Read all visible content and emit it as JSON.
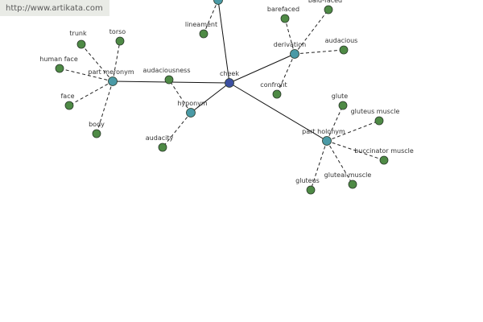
{
  "watermark": {
    "url": "http://www.artikata.com"
  },
  "colors": {
    "center": "#3c4fa1",
    "relation": "#4a9aa6",
    "leaf": "#4e8a45",
    "node_border": "#2a3a2a"
  },
  "graph": {
    "nodes": [
      {
        "id": "cheek",
        "label": "cheek",
        "kind": "center"
      },
      {
        "id": "part_meronym",
        "label": "part meronym",
        "kind": "relation"
      },
      {
        "id": "hyponym",
        "label": "hyponym",
        "kind": "relation"
      },
      {
        "id": "derivation",
        "label": "derivation",
        "kind": "relation"
      },
      {
        "id": "part_holonym",
        "label": "part holonym",
        "kind": "relation"
      },
      {
        "id": "top_node",
        "label": "",
        "kind": "relation"
      },
      {
        "id": "trunk",
        "label": "trunk",
        "kind": "leaf"
      },
      {
        "id": "torso",
        "label": "torso",
        "kind": "leaf"
      },
      {
        "id": "human_face",
        "label": "human face",
        "kind": "leaf"
      },
      {
        "id": "face",
        "label": "face",
        "kind": "leaf"
      },
      {
        "id": "body",
        "label": "body",
        "kind": "leaf"
      },
      {
        "id": "audaciousness",
        "label": "audaciousness",
        "kind": "leaf"
      },
      {
        "id": "audacity",
        "label": "audacity",
        "kind": "leaf"
      },
      {
        "id": "lineament",
        "label": "lineament",
        "kind": "leaf"
      },
      {
        "id": "barefaced",
        "label": "barefaced",
        "kind": "leaf"
      },
      {
        "id": "bald_faced",
        "label": "bald-faced",
        "kind": "leaf"
      },
      {
        "id": "audacious",
        "label": "audacious",
        "kind": "leaf"
      },
      {
        "id": "confront",
        "label": "confront",
        "kind": "leaf"
      },
      {
        "id": "glute",
        "label": "glute",
        "kind": "leaf"
      },
      {
        "id": "gluteus_muscle",
        "label": "gluteus muscle",
        "kind": "leaf"
      },
      {
        "id": "buccinator_muscle",
        "label": "buccinator muscle",
        "kind": "leaf"
      },
      {
        "id": "gluteal_muscle",
        "label": "gluteal muscle",
        "kind": "leaf"
      },
      {
        "id": "gluteus",
        "label": "gluteus",
        "kind": "leaf"
      }
    ],
    "edges": [
      {
        "from": "cheek",
        "to": "part_meronym",
        "style": "solid"
      },
      {
        "from": "cheek",
        "to": "hyponym",
        "style": "solid"
      },
      {
        "from": "cheek",
        "to": "derivation",
        "style": "solid"
      },
      {
        "from": "cheek",
        "to": "part_holonym",
        "style": "solid"
      },
      {
        "from": "cheek",
        "to": "top_node",
        "style": "solid"
      },
      {
        "from": "part_meronym",
        "to": "trunk",
        "style": "dashed"
      },
      {
        "from": "part_meronym",
        "to": "torso",
        "style": "dashed"
      },
      {
        "from": "part_meronym",
        "to": "human_face",
        "style": "dashed"
      },
      {
        "from": "part_meronym",
        "to": "face",
        "style": "dashed"
      },
      {
        "from": "part_meronym",
        "to": "body",
        "style": "dashed"
      },
      {
        "from": "hyponym",
        "to": "audaciousness",
        "style": "dashed"
      },
      {
        "from": "hyponym",
        "to": "audacity",
        "style": "dashed"
      },
      {
        "from": "top_node",
        "to": "lineament",
        "style": "dashed"
      },
      {
        "from": "derivation",
        "to": "barefaced",
        "style": "dashed"
      },
      {
        "from": "derivation",
        "to": "bald_faced",
        "style": "dashed"
      },
      {
        "from": "derivation",
        "to": "audacious",
        "style": "dashed"
      },
      {
        "from": "derivation",
        "to": "confront",
        "style": "dashed"
      },
      {
        "from": "part_holonym",
        "to": "glute",
        "style": "dashed"
      },
      {
        "from": "part_holonym",
        "to": "gluteus_muscle",
        "style": "dashed"
      },
      {
        "from": "part_holonym",
        "to": "buccinator_muscle",
        "style": "dashed"
      },
      {
        "from": "part_holonym",
        "to": "gluteal_muscle",
        "style": "dashed"
      },
      {
        "from": "part_holonym",
        "to": "gluteus",
        "style": "dashed"
      }
    ]
  }
}
